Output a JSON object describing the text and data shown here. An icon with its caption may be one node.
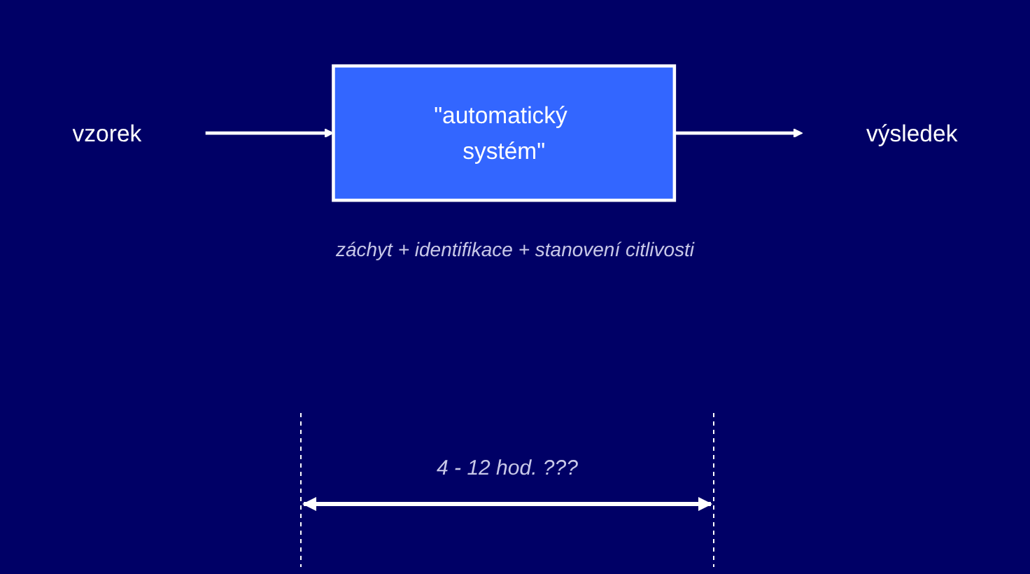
{
  "diagram": {
    "nodes": [
      {
        "text": [
          "vzorek"
        ]
      },
      {
        "text": [
          "\"automatický systém\""
        ],
        "beside": [
          "záchyt + identifikace + stanovení citlivosti"
        ]
      },
      {
        "text": [
          "výsledek"
        ]
      }
    ],
    "edges": [
      {
        "from": 0,
        "to": 1,
        "arrow": "to"
      },
      {
        "from": 1,
        "to": 2,
        "arrow": "to"
      }
    ],
    "labels": [
      "4 - 12 hod. ???"
    ]
  }
}
